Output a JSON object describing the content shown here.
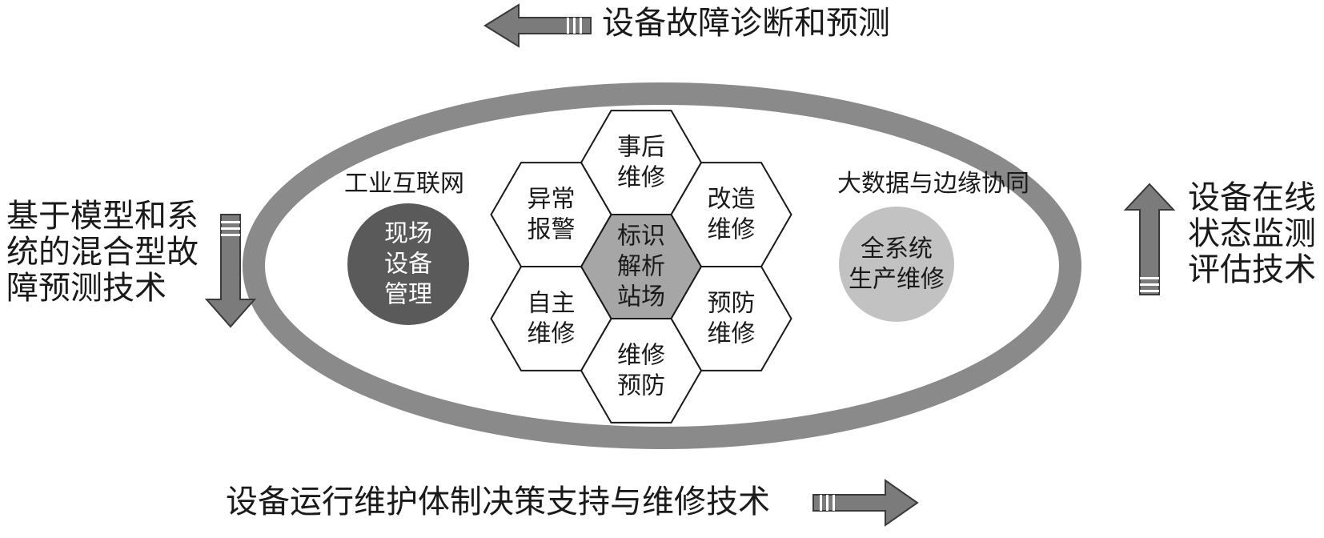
{
  "arrows": {
    "top": {
      "label": "设备故障诊断和预测",
      "direction": "left"
    },
    "bottom": {
      "label": "设备运行维护体制决策支持与维修技术",
      "direction": "right"
    },
    "left": {
      "lines": [
        "基于模型和系",
        "统的混合型故",
        "障预测技术"
      ],
      "direction": "down"
    },
    "right": {
      "lines": [
        "设备在线",
        "状态监测",
        "评估技术"
      ],
      "direction": "up"
    }
  },
  "left_group": {
    "heading": "工业互联网",
    "circle_lines": [
      "现场",
      "设备",
      "管理"
    ]
  },
  "right_group": {
    "heading": "大数据与边缘协同",
    "circle_lines": [
      "全系统",
      "生产维修"
    ]
  },
  "hexagons": {
    "center": [
      "标识",
      "解析",
      "站场"
    ],
    "top": [
      "事后",
      "维修"
    ],
    "upper_right": [
      "改造",
      "维修"
    ],
    "lower_right": [
      "预防",
      "维修"
    ],
    "bottom": [
      "维修",
      "预防"
    ],
    "lower_left": [
      "自主",
      "维修"
    ],
    "upper_left": [
      "异常",
      "报警"
    ]
  },
  "colors": {
    "arrow_fill": "#7b7b7b",
    "arrow_stroke": "#3a3a3a",
    "ellipse_ring": "#8a8a8a",
    "dark_circle": "#5a5a5a",
    "light_circle": "#c2c2c2",
    "center_hex": "#a6a6a6",
    "text": "#1a1a1a"
  }
}
